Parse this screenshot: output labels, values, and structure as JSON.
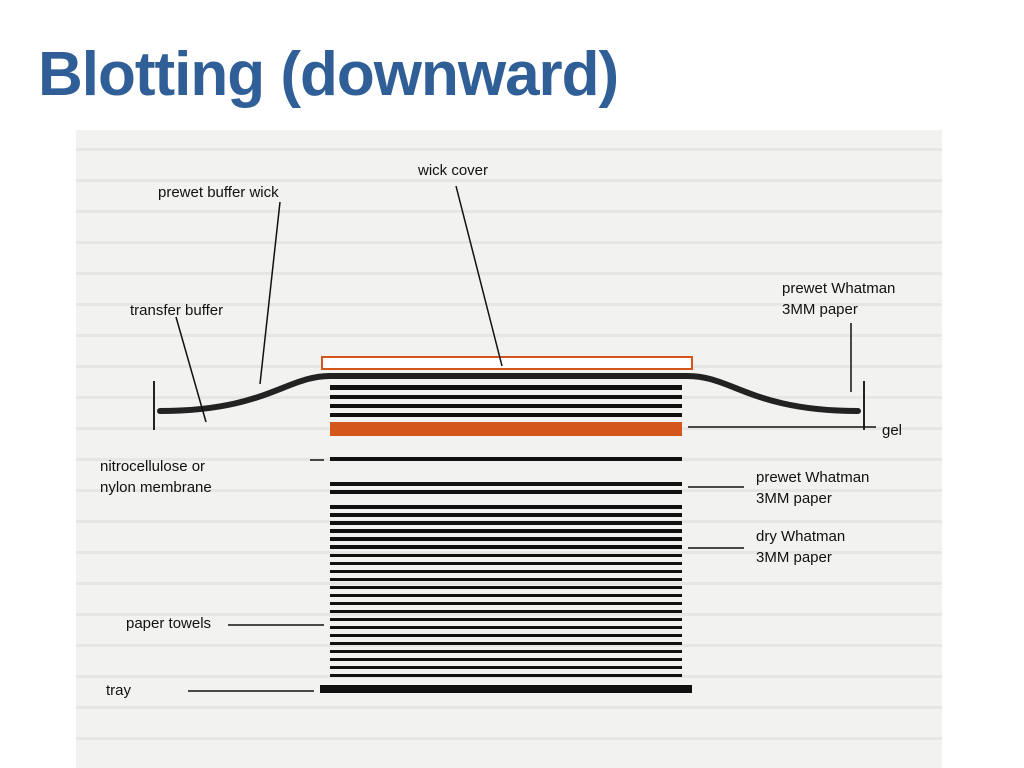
{
  "slide": {
    "title": "Blotting (downward)"
  },
  "labels": {
    "wick_cover": "wick cover",
    "prewet_buffer_wick": "prewet buffer wick",
    "transfer_buffer": "transfer buffer",
    "prewet_whatman_top": "prewet Whatman\n3MM paper",
    "gel": "gel",
    "membrane": "nitrocellulose or\nnylon membrane",
    "prewet_whatman_bottom": "prewet Whatman\n3MM paper",
    "dry_whatman": "dry Whatman\n3MM paper",
    "paper_towels": "paper towels",
    "tray": "tray"
  },
  "colors": {
    "title": "#2f5f96",
    "gel": "#d4561a",
    "wick_cover_outline": "#d4561a",
    "layers": "#111111",
    "background": "#f2f2f1"
  }
}
